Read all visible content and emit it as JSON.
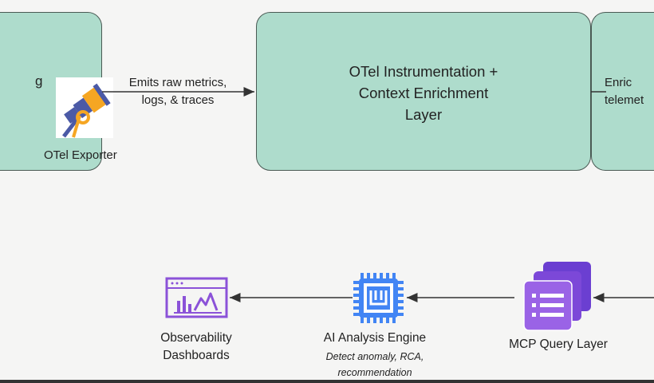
{
  "nodes": {
    "left_box": {
      "partial_text": "g",
      "exporter_label": "OTel Exporter",
      "exporter_icon": "telescope-icon"
    },
    "middle_box": {
      "lines": [
        "OTel Instrumentation +",
        "Context Enrichment",
        "Layer"
      ]
    },
    "right_box": {},
    "observability": {
      "lines": [
        "Observability",
        "Dashboards"
      ],
      "icon": "dashboard-chart-icon"
    },
    "ai_engine": {
      "title": "AI Analysis Engine",
      "subtitle": [
        "Detect anomaly, RCA,",
        "recommendation"
      ],
      "icon": "chip-icon"
    },
    "mcp": {
      "title": "MCP Query Layer",
      "icon": "stacked-list-icon"
    }
  },
  "edges": {
    "emits": [
      "Emits raw metrics,",
      "logs, & traces"
    ],
    "enriched": [
      "Enric",
      "telemet"
    ]
  },
  "colors": {
    "box_fill": "#aedccc",
    "box_stroke": "#4a5a54",
    "purple": "#8b52d8",
    "blue": "#4285f4"
  }
}
